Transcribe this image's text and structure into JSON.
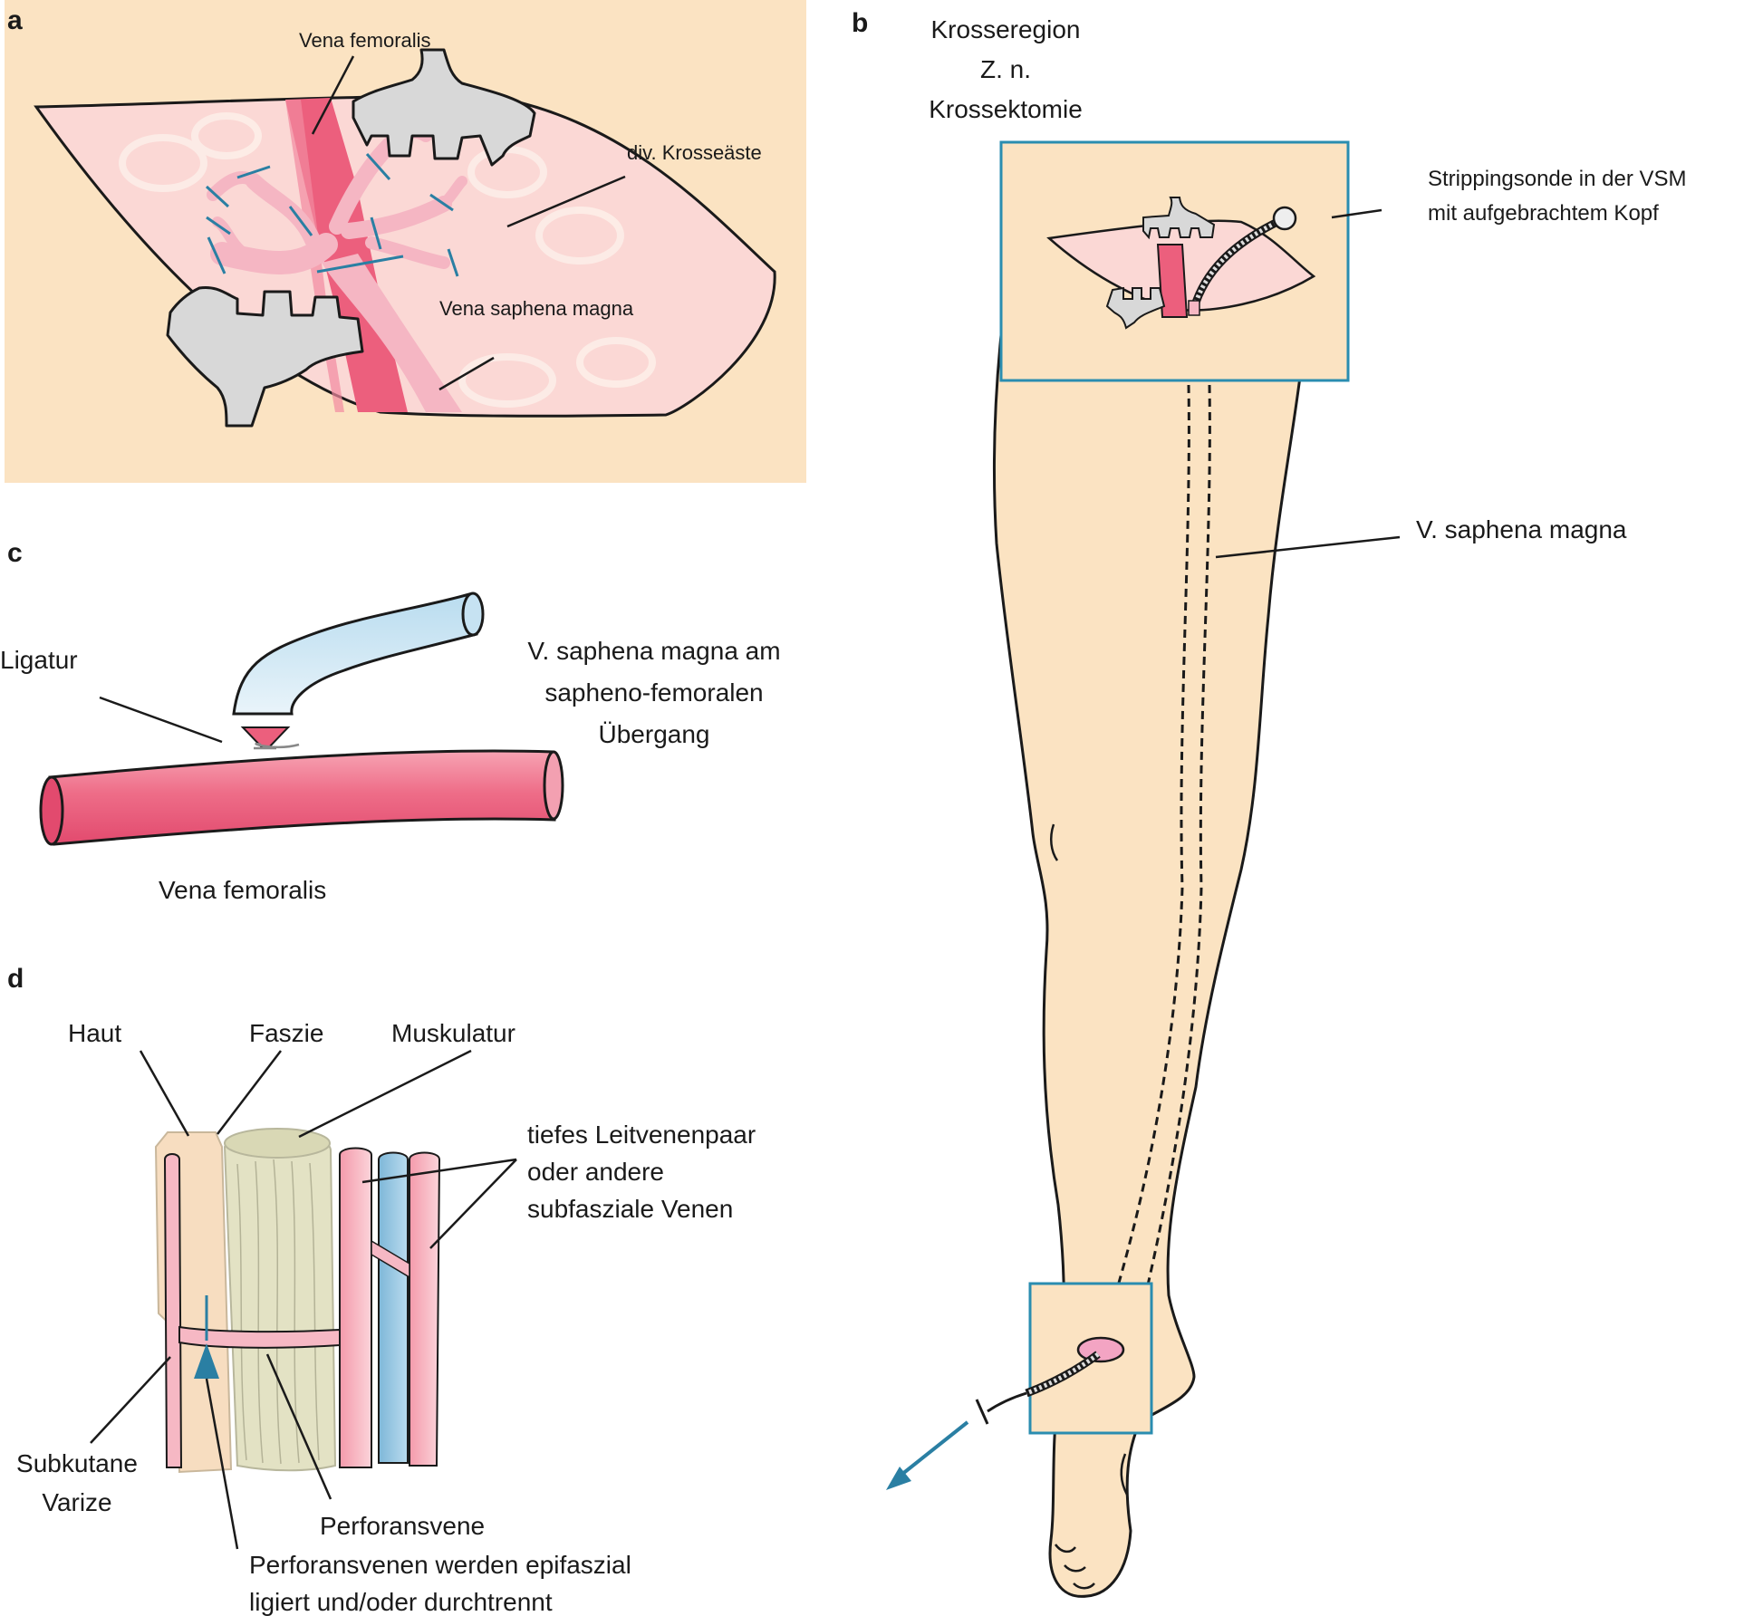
{
  "panels": {
    "a": {
      "letter": "a",
      "labels": {
        "vena_femoralis": "Vena femoralis",
        "krosseaeste": "div. Krosseäste",
        "vena_saphena_magna": "Vena saphena magna"
      }
    },
    "b": {
      "letter": "b",
      "title_lines": [
        "Krosseregion",
        "Z. n.",
        "Krossektomie"
      ],
      "stripping_lines": [
        "Strippingsonde in der VSM",
        "mit aufgebrachtem Kopf"
      ],
      "v_saphena_magna": "V. saphena magna"
    },
    "c": {
      "letter": "c",
      "ligatur": "Ligatur",
      "saphena_lines": [
        "V. saphena magna am",
        "sapheno-femoralen",
        "Übergang"
      ],
      "vena_femoralis": "Vena femoralis"
    },
    "d": {
      "letter": "d",
      "haut": "Haut",
      "faszie": "Faszie",
      "muskulatur": "Muskulatur",
      "tiefe_lines": [
        "tiefes Leitvenenpaar",
        "oder andere",
        "subfasziale Venen"
      ],
      "subkutane_lines": [
        "Subkutane",
        "Varize"
      ],
      "perforansvene": "Perforansvene",
      "ligiert_lines": [
        "Perforansvenen werden epifaszial",
        "ligiert und/oder durchtrennt"
      ]
    }
  },
  "colors": {
    "skin_bg": "#fbe3c2",
    "wound_pink": "#fbd8d5",
    "vein_red": "#ec5f7d",
    "vein_pink": "#f6b8c4",
    "vein_blue": "#8ec1de",
    "clamp_grey": "#d8d8d8",
    "frame_blue": "#2a8db0",
    "suture_blue": "#2a7fa3",
    "muscle": "#e3e2c4"
  }
}
